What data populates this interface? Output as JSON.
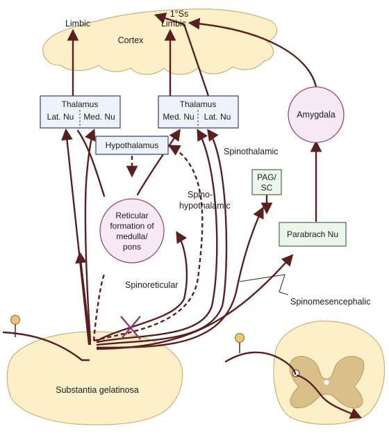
{
  "labels": {
    "primary_ss": "1°Ss",
    "limbic_left": "Limbic",
    "limbic_right": "Limbic",
    "cortex": "Cortex",
    "thalamus_left_title": "Thalamus",
    "thalamus_left_lat": "Lat. Nu",
    "thalamus_left_med": "Med. Nu",
    "thalamus_right_title": "Thalamus",
    "thalamus_right_med": "Med. Nu",
    "thalamus_right_lat": "Lat. Nu",
    "hypothalamus": "Hypothalamus",
    "amygdala": "Amygdala",
    "spinothalamic": "Spinothalamic",
    "spino_hypo_1": "Spino-",
    "spino_hypo_2": "hypothalamic",
    "pag_1": "PAG/",
    "pag_2": "SC",
    "reticular_1": "Reticular",
    "reticular_2": "formation of",
    "reticular_3": "medulla/",
    "reticular_4": "pons",
    "parabrach": "Parabrach Nu",
    "spinoreticular": "Spinoreticular",
    "spinomesencephalic": "Spinomesencephalic",
    "substantia": "Substantia gelatinosa"
  },
  "colors": {
    "tissue_fill": "#fbf0c8",
    "tissue_stroke": "#c9b078",
    "pathway": "#5a1f1f",
    "box_blue_fill": "#eef2fb",
    "box_blue_stroke": "#3b4f7a",
    "box_green_fill": "#edf6ec",
    "box_green_stroke": "#4f7a52",
    "nucleus_pink_fill": "#f6e9f4",
    "nucleus_pink_stroke": "#8a4a7e",
    "cross_mark": "#9a3a6a",
    "gray_matter": "#d9c08a"
  }
}
